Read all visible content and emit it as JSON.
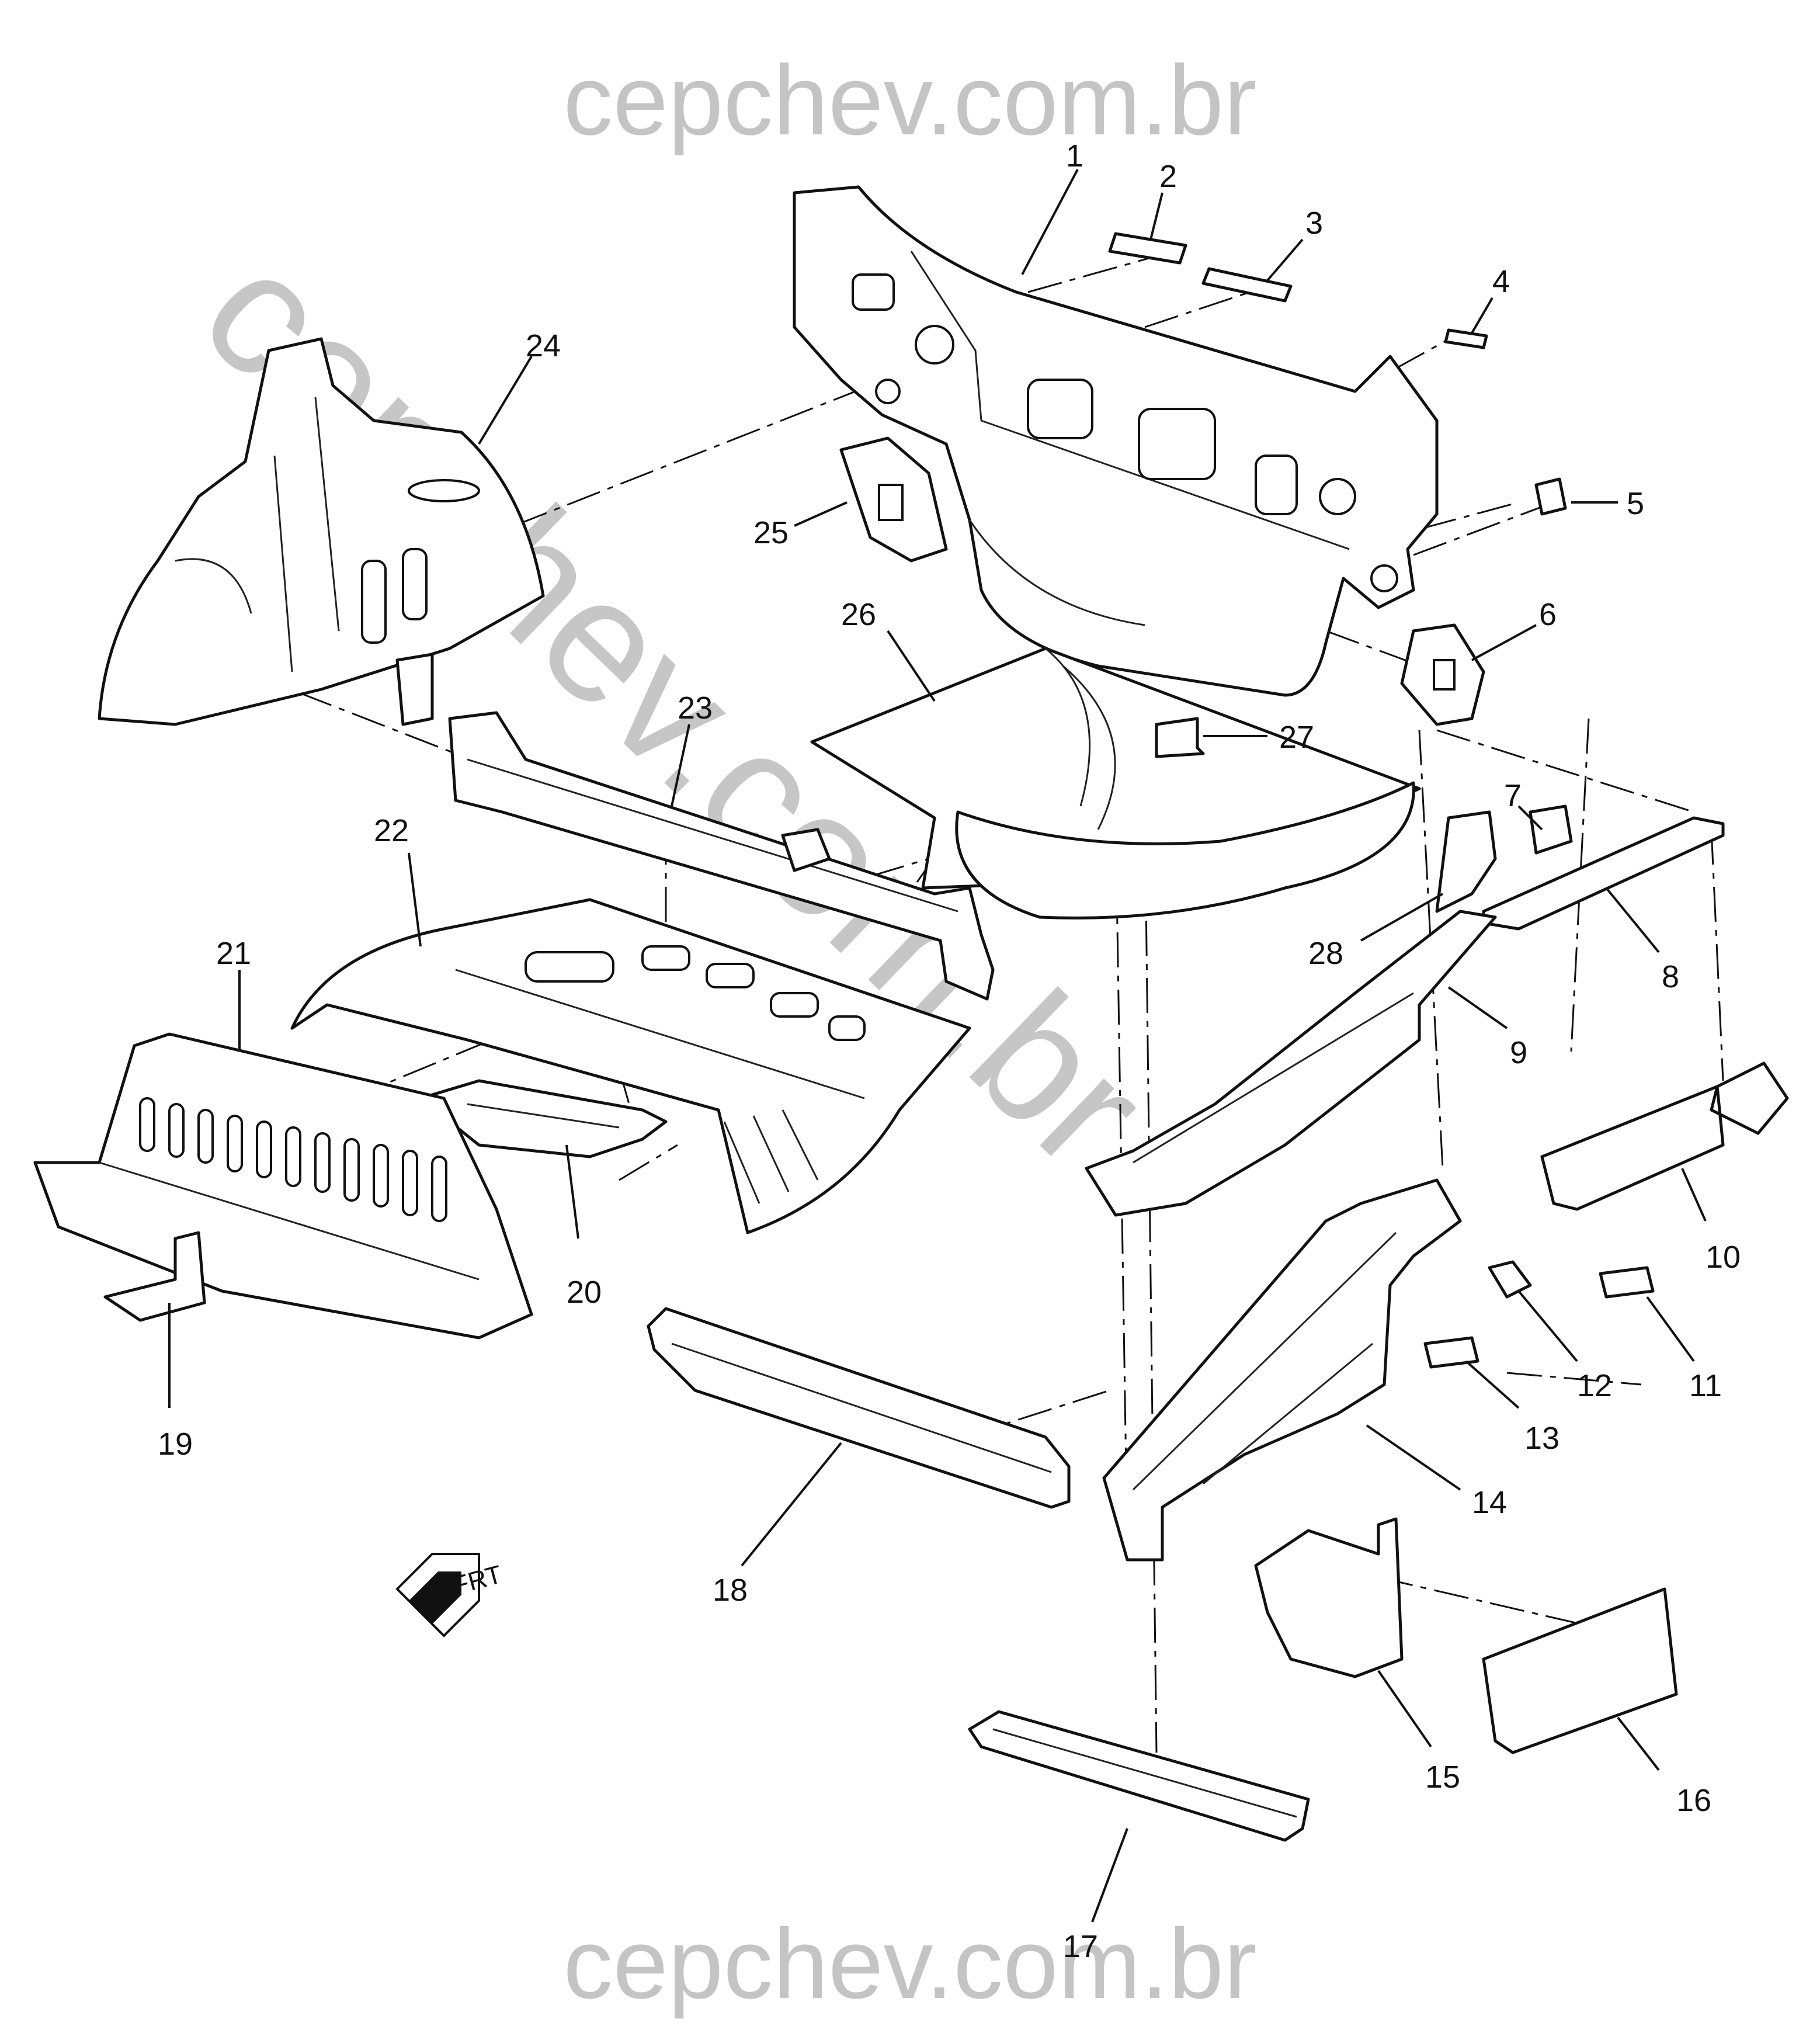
{
  "watermarks": {
    "top": "cepchev.com.br",
    "bottom": "cepchev.com.br",
    "diagonal": "cepchev.com.br"
  },
  "direction_indicator": {
    "label": "FRT"
  },
  "callouts": [
    {
      "id": "c1",
      "label": "1"
    },
    {
      "id": "c2",
      "label": "2"
    },
    {
      "id": "c3",
      "label": "3"
    },
    {
      "id": "c4",
      "label": "4"
    },
    {
      "id": "c5",
      "label": "5"
    },
    {
      "id": "c6",
      "label": "6"
    },
    {
      "id": "c7",
      "label": "7"
    },
    {
      "id": "c8",
      "label": "8"
    },
    {
      "id": "c9",
      "label": "9"
    },
    {
      "id": "c10",
      "label": "10"
    },
    {
      "id": "c11",
      "label": "11"
    },
    {
      "id": "c12",
      "label": "12"
    },
    {
      "id": "c13",
      "label": "13"
    },
    {
      "id": "c14",
      "label": "14"
    },
    {
      "id": "c15",
      "label": "15"
    },
    {
      "id": "c16",
      "label": "16"
    },
    {
      "id": "c17",
      "label": "17"
    },
    {
      "id": "c18",
      "label": "18"
    },
    {
      "id": "c19",
      "label": "19"
    },
    {
      "id": "c20",
      "label": "20"
    },
    {
      "id": "c21",
      "label": "21"
    },
    {
      "id": "c22",
      "label": "22"
    },
    {
      "id": "c23",
      "label": "23"
    },
    {
      "id": "c24",
      "label": "24"
    },
    {
      "id": "c25",
      "label": "25"
    },
    {
      "id": "c26",
      "label": "26"
    },
    {
      "id": "c27",
      "label": "27"
    },
    {
      "id": "c28",
      "label": "28"
    }
  ]
}
